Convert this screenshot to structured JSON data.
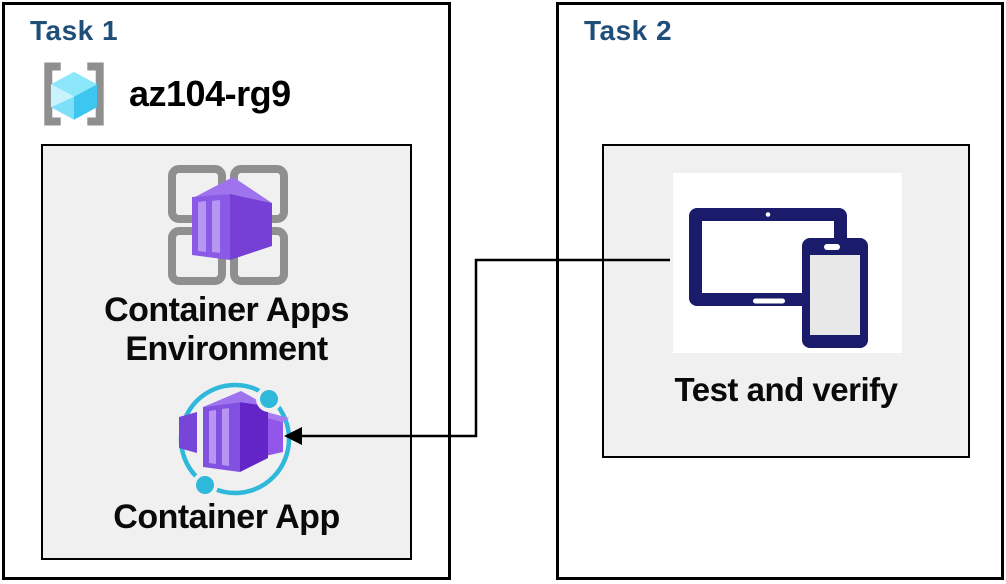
{
  "task1": {
    "title": "Task 1",
    "resource_group_name": "az104-rg9",
    "environment_label_line1": "Container Apps",
    "environment_label_line2": "Environment",
    "container_app_label": "Container App"
  },
  "task2": {
    "title": "Task 2",
    "test_label": "Test and verify"
  },
  "icons": {
    "resource_group": "resource-group-icon",
    "container_apps_environment": "container-apps-environment-icon",
    "container_app": "container-app-icon",
    "devices": "tablet-and-phone-icon"
  },
  "connector": {
    "from": "test-and-verify-panel",
    "to": "container-app-icon",
    "style": "elbow-arrow-left"
  },
  "colors": {
    "title_navy": "#1f4e79",
    "box_border": "#000000",
    "panel_fill": "#f0f0f0",
    "container_purple": "#8a5ae6",
    "container_purple_light": "#b795f3",
    "container_purple_dark": "#7640d6",
    "orbit_cyan": "#2eb8da",
    "grid_gray": "#8f8f8f",
    "device_navy": "#1b1b6b",
    "rg_cube_cyan": "#3dc6f0"
  }
}
